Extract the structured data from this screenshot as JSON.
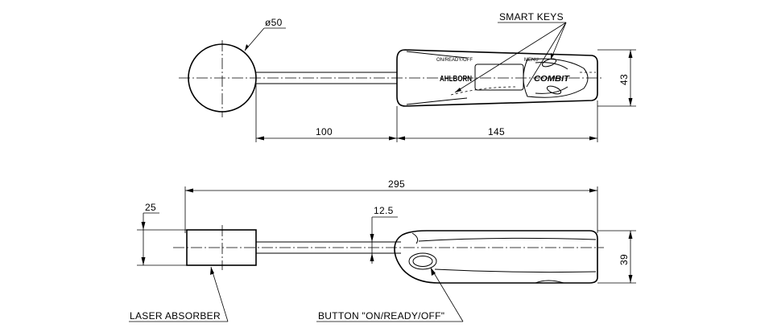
{
  "top_view": {
    "diameter_label": "ø50",
    "dim_rod_length": "100",
    "dim_handle_length": "145",
    "dim_handle_height": "43",
    "smart_keys_label": "SMART KEYS",
    "on_ready_off_small": "ON/READY/OFF",
    "menu_small": "MENU",
    "brand_logo": "AHLBORN",
    "model_logo": "COMBIT"
  },
  "side_view": {
    "dim_total_length": "295",
    "dim_absorber_depth": "25",
    "dim_rod_offset": "12.5",
    "dim_handle_height": "39",
    "laser_absorber_label": "LASER ABSORBER",
    "button_label": "BUTTON \"ON/READY/OFF\""
  }
}
